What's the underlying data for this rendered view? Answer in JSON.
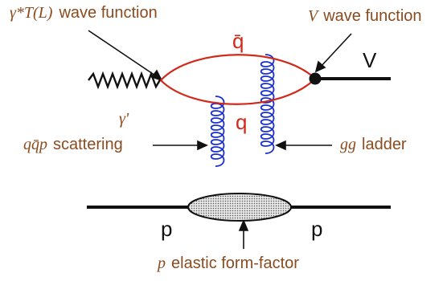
{
  "labels": {
    "photon_symbol": "γ*T(L)",
    "photon_wf": "wave function",
    "v_symbol": "V",
    "v_wf": "wave function",
    "qbar": "q̄",
    "q": "q",
    "v_label": "V",
    "gamma_prime": "γ'",
    "qqp_symbol": "qq̄p",
    "qqp_text": "scattering",
    "gg_symbol": "gg",
    "gg_text": "ladder",
    "p_left": "p",
    "p_right": "p",
    "p_symbol": "p",
    "ff_text": "elastic form-factor"
  },
  "colors": {
    "label_brown": "#8a4b1f",
    "quark_red": "#d12a1a",
    "gluon_blue": "#1a2fd0",
    "line_black": "#111111"
  }
}
